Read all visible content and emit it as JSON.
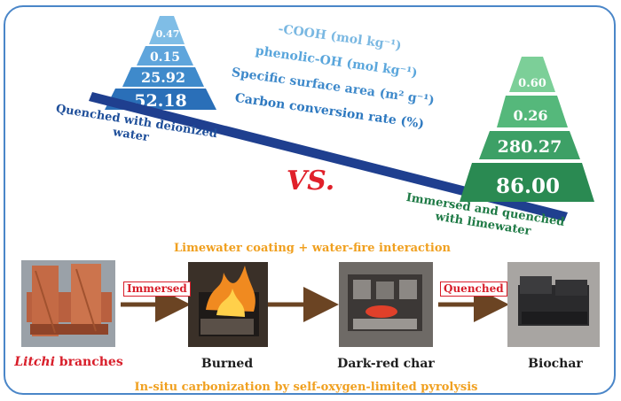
{
  "left_pyramid": {
    "values": [
      "0.47",
      "0.15",
      "25.92",
      "52.18"
    ],
    "label": [
      "Quenched with deionized",
      "water"
    ],
    "color_dark": "#1f5fa8",
    "color_light": "#8cc4ea"
  },
  "right_pyramid": {
    "values": [
      "0.60",
      "0.26",
      "280.27",
      "86.00"
    ],
    "label": [
      "Immersed and quenched",
      "with limewater"
    ],
    "color_dark": "#1e7a45",
    "color_light": "#7fd09a"
  },
  "metrics": [
    "-COOH (mol kg⁻¹)",
    "phenolic-OH (mol kg⁻¹)",
    "Specific surface area (m² g⁻¹)",
    "Carbon conversion rate (%)"
  ],
  "vs_label": "VS.",
  "process": {
    "top_caption": "Limewater coating + water-fire interaction",
    "bottom_caption": "In-situ carbonization by self-oxygen-limited pyrolysis",
    "step1_italic": "Litchi",
    "step1_rest": " branches",
    "step2": "Burned",
    "step3": "Dark-red char",
    "step4": "Biochar",
    "arrow1": "Immersed",
    "arrow3": "Quenched"
  },
  "colors": {
    "frame": "#4a86c8",
    "seesaw_bar": "#1f3f8f",
    "vs": "#e0202a",
    "caption": "#f0a020",
    "label_blue": "#1f4f9a",
    "label_green": "#1e7a45",
    "arrow": "#6b4423"
  }
}
